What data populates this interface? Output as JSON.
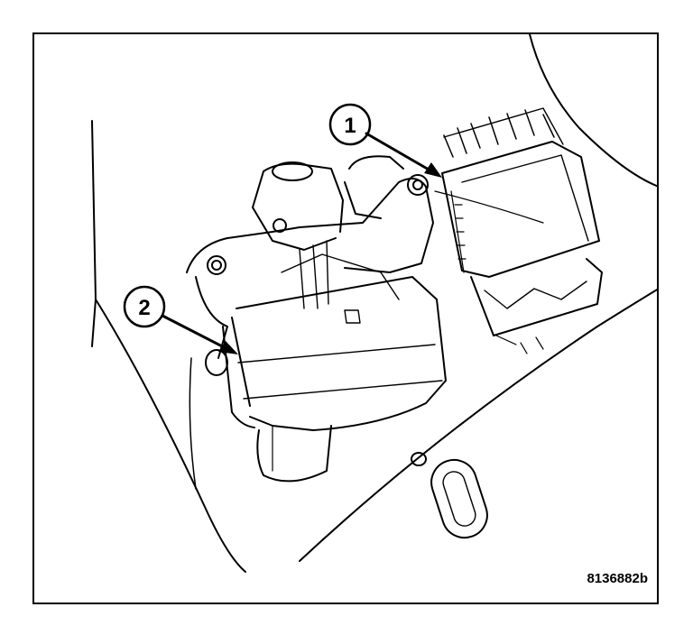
{
  "figure": {
    "callouts": [
      {
        "number": "1"
      },
      {
        "number": "2"
      }
    ],
    "figure_id": "8136882b"
  }
}
